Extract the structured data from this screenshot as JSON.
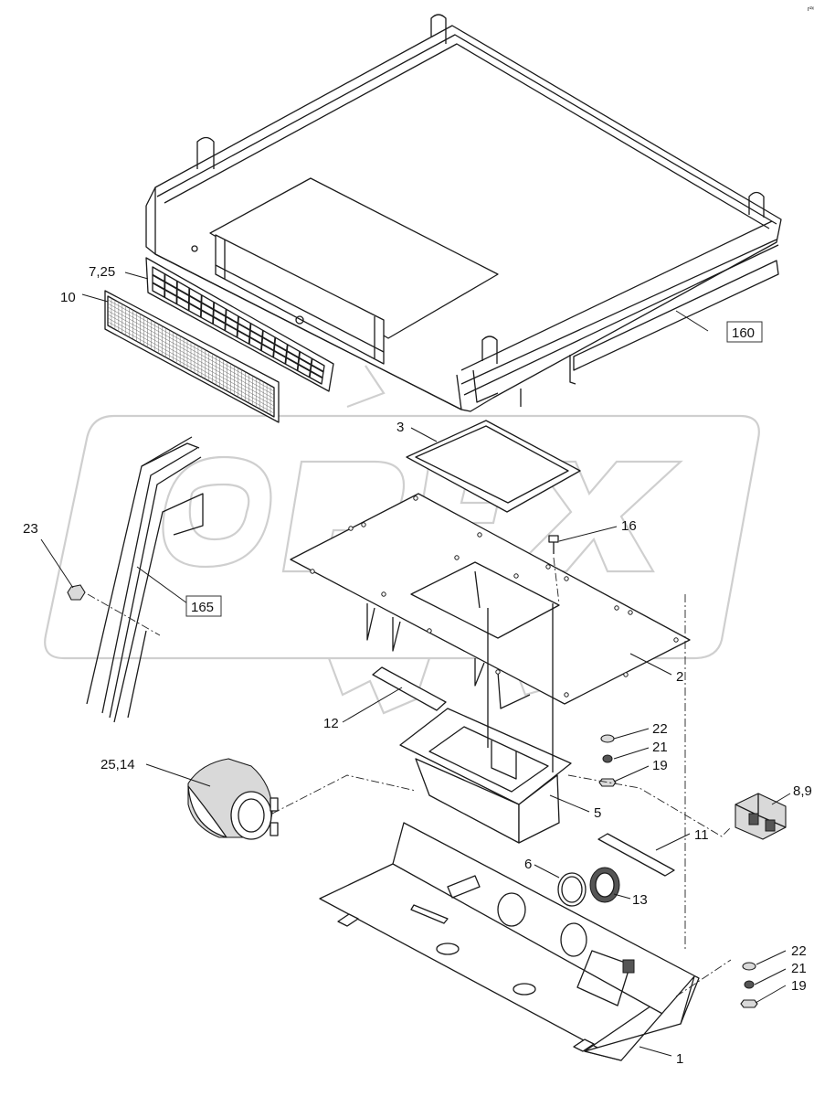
{
  "corner_mark": "r²ˣ",
  "watermark": "OPEX",
  "callouts": {
    "c1": "1",
    "c2": "2",
    "c3": "3",
    "c5": "5",
    "c6": "6",
    "c7_25": "7,25",
    "c8_9": "8,9",
    "c10": "10",
    "c11": "11",
    "c12": "12",
    "c13": "13",
    "c16": "16",
    "c19a": "19",
    "c19b": "19",
    "c21a": "21",
    "c21b": "21",
    "c22a": "22",
    "c22b": "22",
    "c23": "23",
    "c25_14": "25,14",
    "c160": "160",
    "c165": "165"
  }
}
